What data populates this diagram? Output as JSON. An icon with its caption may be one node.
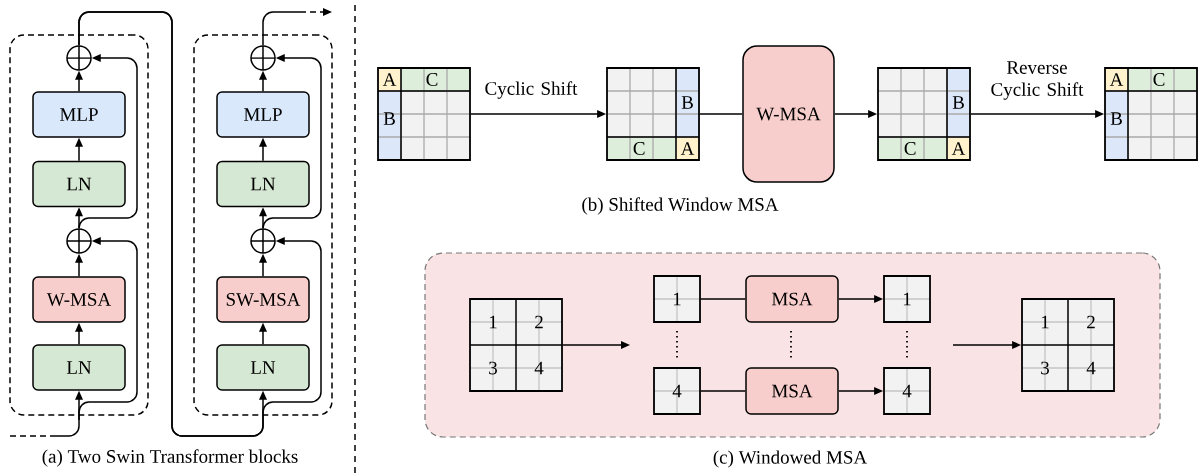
{
  "diagram": {
    "nodes": [
      {
        "text": [],
        "shape": "box"
      },
      {
        "text": [],
        "shape": "circle",
        "in": 0
      },
      {
        "text": [
          "MLP"
        ],
        "in": 0
      },
      {
        "text": [
          "LN"
        ],
        "in": 0
      },
      {
        "text": [],
        "shape": "circle",
        "in": 0
      },
      {
        "text": [
          "W-MSA"
        ],
        "in": 0
      },
      {
        "text": [
          "LN"
        ],
        "in": 0
      },
      {
        "text": [],
        "shape": "box"
      },
      {
        "text": [],
        "shape": "circle",
        "in": 7
      },
      {
        "text": [
          "MLP"
        ],
        "in": 7
      },
      {
        "text": [
          "LN"
        ],
        "in": 7
      },
      {
        "text": [],
        "shape": "circle",
        "in": 7
      },
      {
        "text": [
          "SW-MSA"
        ],
        "in": 7
      },
      {
        "text": [
          "LN"
        ],
        "in": 7
      },
      {
        "text": [
          "A",
          "C",
          "B"
        ]
      },
      {
        "text": [
          "B",
          "C",
          "A"
        ]
      },
      {
        "text": [
          "W-MSA"
        ]
      },
      {
        "text": [
          "B",
          "C",
          "A"
        ]
      },
      {
        "text": [
          "A",
          "C",
          "B"
        ]
      },
      {
        "text": [],
        "shape": "box"
      },
      {
        "text": [
          "1",
          "2",
          "3",
          "4"
        ],
        "in": 19
      },
      {
        "text": [
          "1"
        ],
        "in": 19
      },
      {
        "text": [
          "MSA"
        ],
        "in": 19
      },
      {
        "text": [
          "1"
        ],
        "in": 19
      },
      {
        "text": [
          "4"
        ],
        "in": 19
      },
      {
        "text": [
          "MSA"
        ],
        "in": 19
      },
      {
        "text": [
          "4"
        ],
        "in": 19
      },
      {
        "text": [
          "1",
          "2",
          "3",
          "4"
        ],
        "in": 19
      }
    ],
    "edges": [
      {
        "from": null,
        "to": 6,
        "arrow": "to"
      },
      {
        "from": 6,
        "to": 5,
        "arrow": "to"
      },
      {
        "from": 5,
        "to": 4,
        "arrow": "to"
      },
      {
        "from": 4,
        "to": 3,
        "arrow": "to"
      },
      {
        "from": 3,
        "to": 2,
        "arrow": "to"
      },
      {
        "from": 2,
        "to": 1,
        "arrow": "to"
      },
      {
        "from": null,
        "to": 4,
        "arrow": "to"
      },
      {
        "from": 4,
        "to": 1,
        "arrow": "to"
      },
      {
        "from": 1,
        "to": 13,
        "arrow": "to"
      },
      {
        "from": 1,
        "to": 11,
        "arrow": "to"
      },
      {
        "from": 13,
        "to": 12,
        "arrow": "to"
      },
      {
        "from": 12,
        "to": 11,
        "arrow": "to"
      },
      {
        "from": 11,
        "to": 10,
        "arrow": "to"
      },
      {
        "from": 10,
        "to": 9,
        "arrow": "to"
      },
      {
        "from": 9,
        "to": 8,
        "arrow": "to"
      },
      {
        "from": 11,
        "to": 8,
        "arrow": "to"
      },
      {
        "from": 8,
        "to": null,
        "arrow": "to"
      },
      {
        "from": 14,
        "to": 15,
        "arrow": "to",
        "label": "Cyclic Shift"
      },
      {
        "from": 15,
        "to": 16,
        "arrow": "none"
      },
      {
        "from": 16,
        "to": 17,
        "arrow": "to"
      },
      {
        "from": 17,
        "to": 18,
        "arrow": "to",
        "label": "Reverse Cyclic Shift"
      },
      {
        "from": 20,
        "to": null,
        "arrow": "to"
      },
      {
        "from": 21,
        "to": 22,
        "arrow": "none"
      },
      {
        "from": 22,
        "to": 23,
        "arrow": "to"
      },
      {
        "from": 24,
        "to": 25,
        "arrow": "none"
      },
      {
        "from": 25,
        "to": 26,
        "arrow": "to"
      },
      {
        "from": null,
        "to": 27,
        "arrow": "to"
      }
    ],
    "labels": [
      "(a) Two Swin Transformer blocks",
      "(b) Shifted Window MSA",
      "(c) Windowed MSA"
    ]
  }
}
